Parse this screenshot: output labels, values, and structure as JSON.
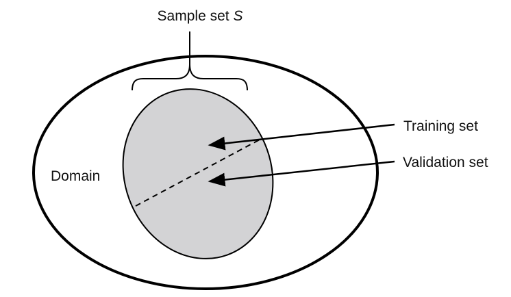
{
  "labels": {
    "sample_set": "Sample set ",
    "sample_set_symbol": "S",
    "domain": "Domain",
    "training_set": "Training set",
    "validation_set": "Validation set"
  },
  "colors": {
    "stroke": "#000000",
    "sample_fill": "#d3d3d5",
    "background": "#ffffff",
    "text": "#111111"
  }
}
